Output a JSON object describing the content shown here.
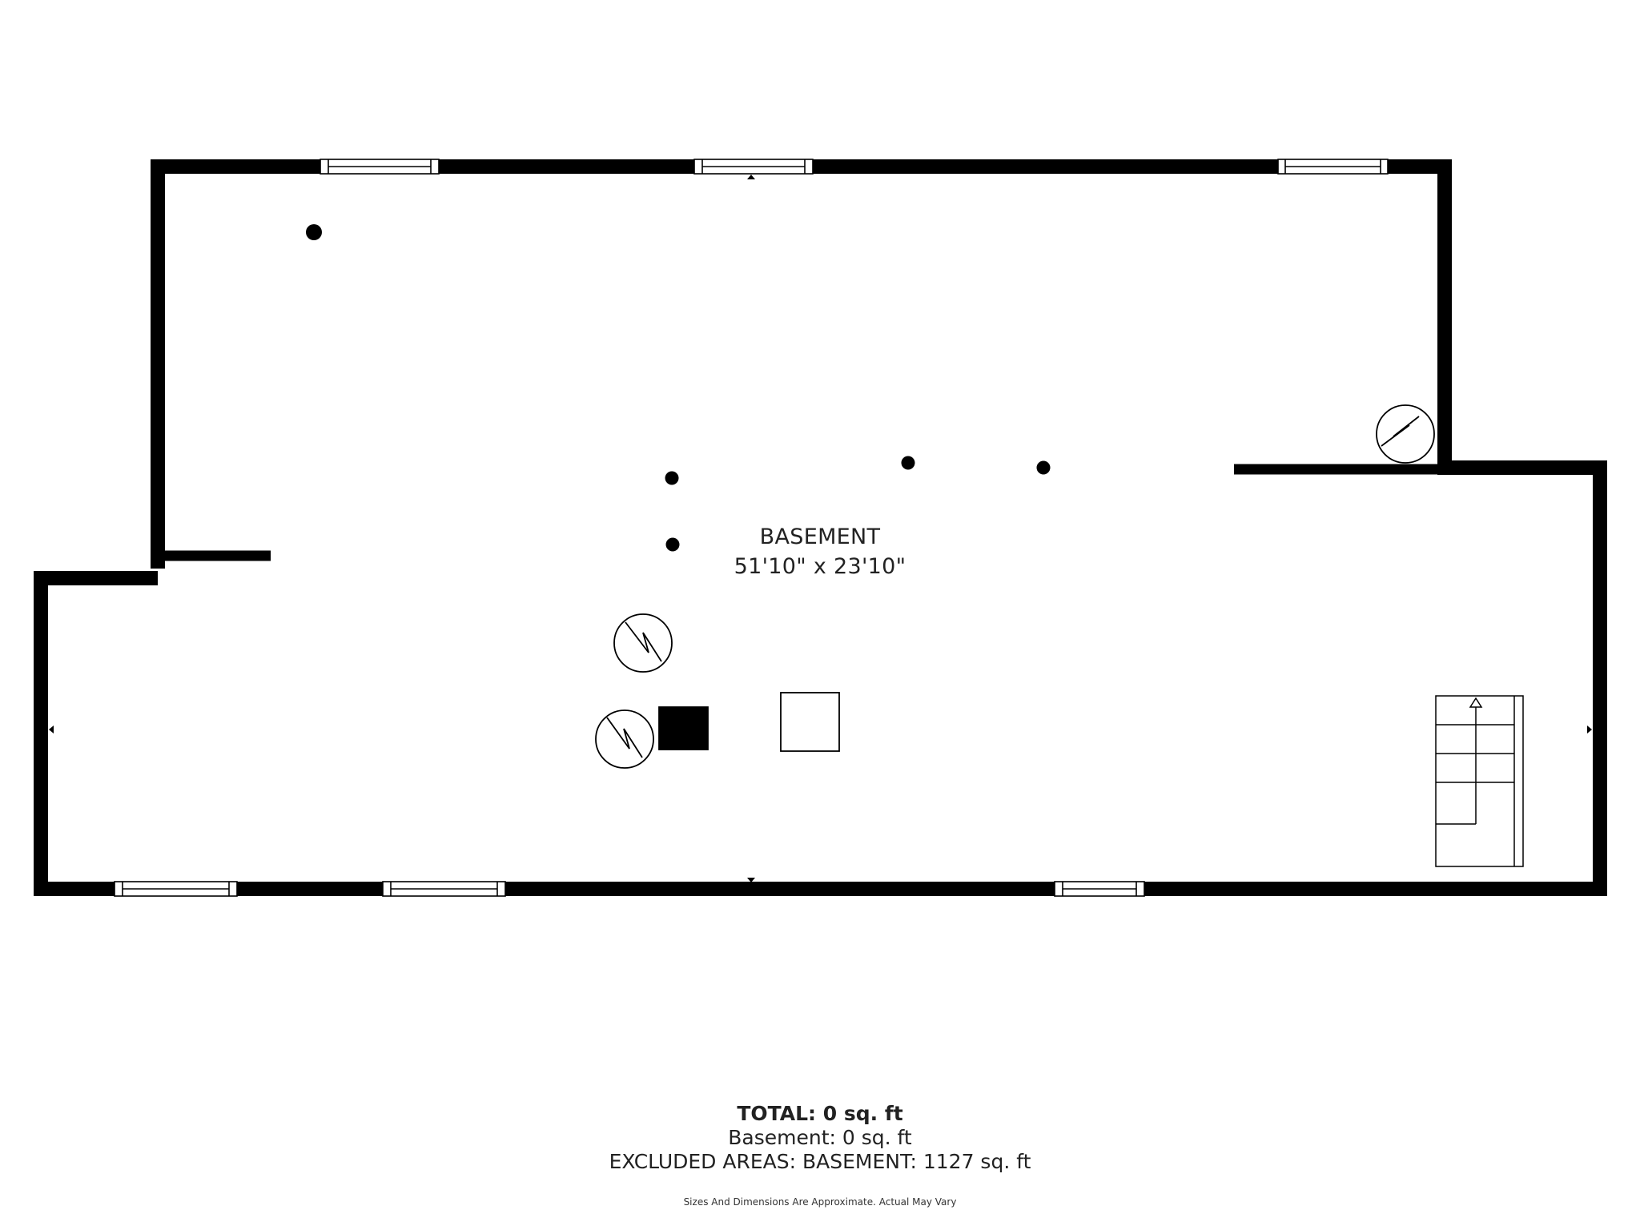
{
  "room": {
    "name": "BASEMENT",
    "dimensions": "51'10\" x 23'10\""
  },
  "totals": {
    "total": "TOTAL: 0 sq. ft",
    "basement": "Basement: 0 sq. ft",
    "excluded": "EXCLUDED AREAS: BASEMENT: 1127 sq. ft"
  },
  "disclaimer": "Sizes And Dimensions Are Approximate. Actual May Vary",
  "colors": {
    "wall": "#000000",
    "background": "#ffffff"
  },
  "icons": [
    "window-icon",
    "support-post-icon",
    "water-heater-icon",
    "furnace-icon",
    "staircase-icon",
    "opening-marker-icon"
  ]
}
